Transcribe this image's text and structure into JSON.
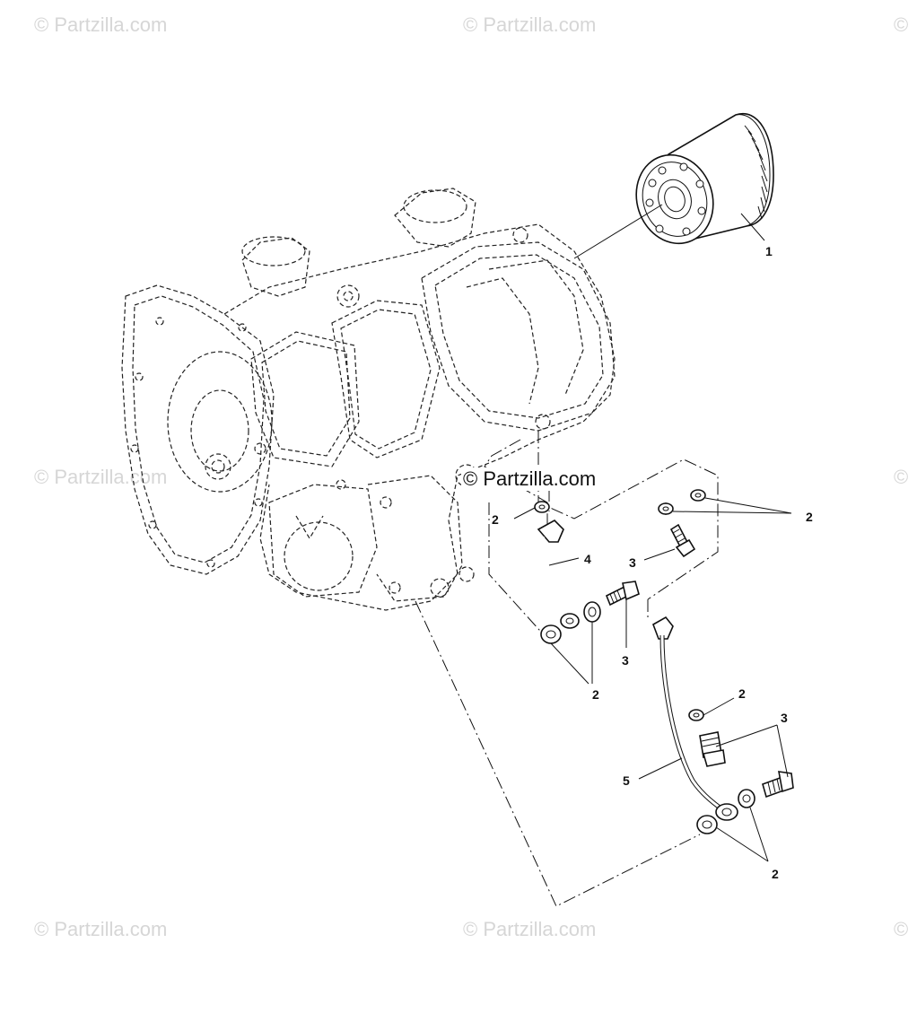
{
  "watermark": {
    "symbol": "©",
    "text": "Partzilla.com",
    "center_text": "© Partzilla.com"
  },
  "callouts": {
    "c1": "1",
    "c2a": "2",
    "c2b": "2",
    "c2c": "2",
    "c2d": "2",
    "c2e": "2",
    "c3a": "3",
    "c3b": "3",
    "c3c": "3",
    "c4": "4",
    "c5": "5"
  },
  "colors": {
    "line": "#111111",
    "watermark": "#d6d6d6",
    "background": "#ffffff"
  }
}
